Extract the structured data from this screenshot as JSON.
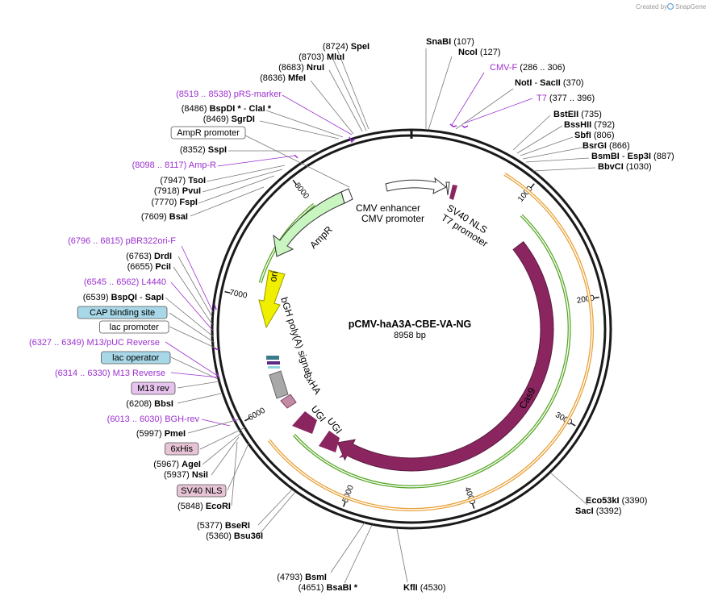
{
  "credit": {
    "text": "Created by",
    "brand": "SnapGene"
  },
  "plasmid": {
    "name": "pCMV-haA3A-CBE-VA-NG",
    "size": "8958 bp",
    "length": 8958
  },
  "colors": {
    "backbone": "#1a1a1a",
    "primer": "#9b30d0",
    "cas9": "#8b2560",
    "promoter_fill": "#ffffff",
    "ampr_fill": "#c9f5c0",
    "ori_fill": "#f5f500",
    "orf_band": "#e8a23a",
    "green_arrow": "#3a9a1a",
    "box_cap": "#8fd6e0",
    "box_lac_op": "#8fd6e0",
    "box_m13rev": "#e6c3ec",
    "box_his": "#e6c3d5",
    "box_sv40": "#e6c3d5"
  },
  "ticks": [
    "1000",
    "2000",
    "3000",
    "4000",
    "5000",
    "6000",
    "7000",
    "8000"
  ],
  "top_labels": [
    {
      "name": "SnaBI",
      "pos": "(107)"
    },
    {
      "name": "NcoI",
      "pos": "(127)"
    },
    {
      "primer": "CMV-F",
      "pos": "(286 .. 306)"
    },
    {
      "name": "NotI",
      "sep": "-",
      "name2": "SacII",
      "pos": "(370)"
    },
    {
      "primer": "T7",
      "pos": "(377 .. 396)"
    }
  ],
  "right_labels": [
    {
      "name": "BstEII",
      "pos": "(735)"
    },
    {
      "name": "BssHII",
      "pos": "(792)"
    },
    {
      "name": "SbfI",
      "pos": "(806)"
    },
    {
      "name": "BsrGI",
      "pos": "(866)"
    },
    {
      "name": "BsmBI",
      "sep": "-",
      "name2": "Esp3I",
      "pos": "(887)"
    },
    {
      "name": "BbvCI",
      "pos": "(1030)"
    },
    {
      "name": "Eco53kI",
      "pos": "(3390)"
    },
    {
      "name": "SacI",
      "pos": "(3392)"
    }
  ],
  "bottom_labels": [
    {
      "pos": "(4793)",
      "name": "BsmI"
    },
    {
      "pos": "(4651)",
      "name": "BsaBI *"
    },
    {
      "name": "KflI",
      "pos": "(4530)"
    }
  ],
  "left_labels": [
    {
      "pos": "(8724)",
      "name": "SpeI"
    },
    {
      "pos": "(8703)",
      "name": "MluI"
    },
    {
      "pos": "(8683)",
      "name": "NruI"
    },
    {
      "pos": "(8636)",
      "name": "MfeI"
    },
    {
      "primer_pos": "(8519 .. 8538)",
      "primer": "pRS-marker"
    },
    {
      "pos": "(8486)",
      "name": "BspDI *",
      "sep": "-",
      "name2": "ClaI *"
    },
    {
      "pos": "(8469)",
      "name": "SgrDI"
    },
    {
      "box": "AmpR promoter"
    },
    {
      "pos": "(8352)",
      "name": "SspI"
    },
    {
      "primer_pos": "(8098 .. 8117)",
      "primer": "Amp-R"
    },
    {
      "pos": "(7947)",
      "name": "TsoI"
    },
    {
      "pos": "(7918)",
      "name": "PvuI"
    },
    {
      "pos": "(7770)",
      "name": "FspI"
    },
    {
      "pos": "(7609)",
      "name": "BsaI"
    },
    {
      "primer_pos": "(6796 .. 6815)",
      "primer": "pBR322ori-F"
    },
    {
      "pos": "(6763)",
      "name": "DrdI"
    },
    {
      "pos": "(6655)",
      "name": "PciI"
    },
    {
      "primer_pos": "(6545 .. 6562)",
      "primer": "L4440"
    },
    {
      "pos": "(6539)",
      "name": "BspQI",
      "sep": "-",
      "name2": "SapI"
    },
    {
      "box": "CAP binding site"
    },
    {
      "box": "lac promoter"
    },
    {
      "primer_pos": "(6327 .. 6349)",
      "primer": "M13/pUC Reverse"
    },
    {
      "box": "lac operator"
    },
    {
      "primer_pos": "(6314 .. 6330)",
      "primer": "M13 Reverse"
    },
    {
      "box": "M13 rev"
    },
    {
      "pos": "(6208)",
      "name": "BbsI"
    },
    {
      "primer_pos": "(6013 .. 6030)",
      "primer": "BGH-rev"
    },
    {
      "pos": "(5997)",
      "name": "PmeI"
    },
    {
      "box": "6xHis"
    },
    {
      "pos": "(5967)",
      "name": "AgeI"
    },
    {
      "pos": "(5937)",
      "name": "NsiI"
    },
    {
      "box": "SV40 NLS"
    },
    {
      "pos": "(5848)",
      "name": "EcoRI"
    },
    {
      "pos": "(5377)",
      "name": "BseRI"
    },
    {
      "pos": "(5360)",
      "name": "Bsu36I"
    }
  ],
  "features": {
    "cmv_enhancer": "CMV enhancer",
    "cmv_promoter": "CMV promoter",
    "sv40_nls": "SV40 NLS",
    "t7_promoter": "T7 promoter",
    "ampr": "AmpR",
    "ori": "ori",
    "bgh": "bGH poly(A) signal",
    "hxha": "3xHA",
    "ugi1": "UGI",
    "ugi2": "UGI",
    "cas9": "Cas9"
  }
}
